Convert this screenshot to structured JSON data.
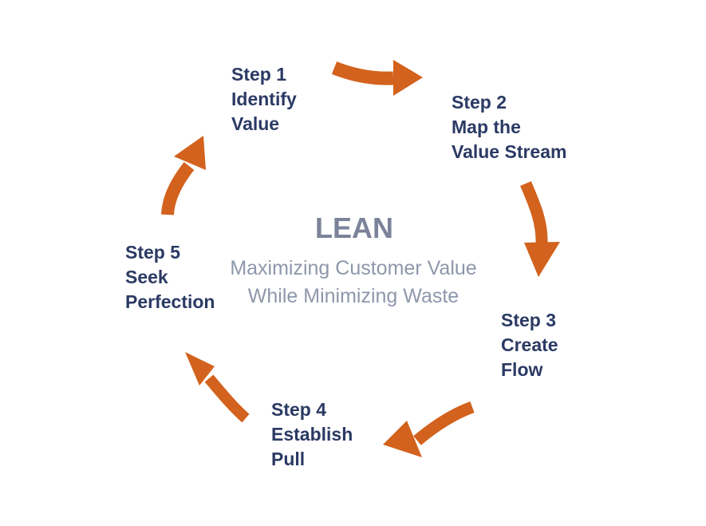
{
  "diagram": {
    "title": "LEAN",
    "subtitle_line1": "Maximizing Customer Value",
    "subtitle_line2": "While Minimizing Waste"
  },
  "steps": [
    {
      "label": "Step 1",
      "line1": "Identify",
      "line2": "Value"
    },
    {
      "label": "Step 2",
      "line1": "Map the",
      "line2": "Value Stream"
    },
    {
      "label": "Step 3",
      "line1": "Create",
      "line2": "Flow"
    },
    {
      "label": "Step 4",
      "line1": "Establish",
      "line2": "Pull"
    },
    {
      "label": "Step 5",
      "line1": "Seek",
      "line2": "Perfection"
    }
  ],
  "icons": [
    "arrow-step1-to-step2-icon",
    "arrow-step2-to-step3-icon",
    "arrow-step3-to-step4-icon",
    "arrow-step4-to-step5-icon",
    "arrow-step5-to-step1-icon"
  ],
  "colors": {
    "arrow_orange": "#D2621D",
    "step_navy": "#2B3A64",
    "title_gray": "#7A8399",
    "subtitle_gray": "#8E97AB",
    "background": "#FFFFFF"
  }
}
